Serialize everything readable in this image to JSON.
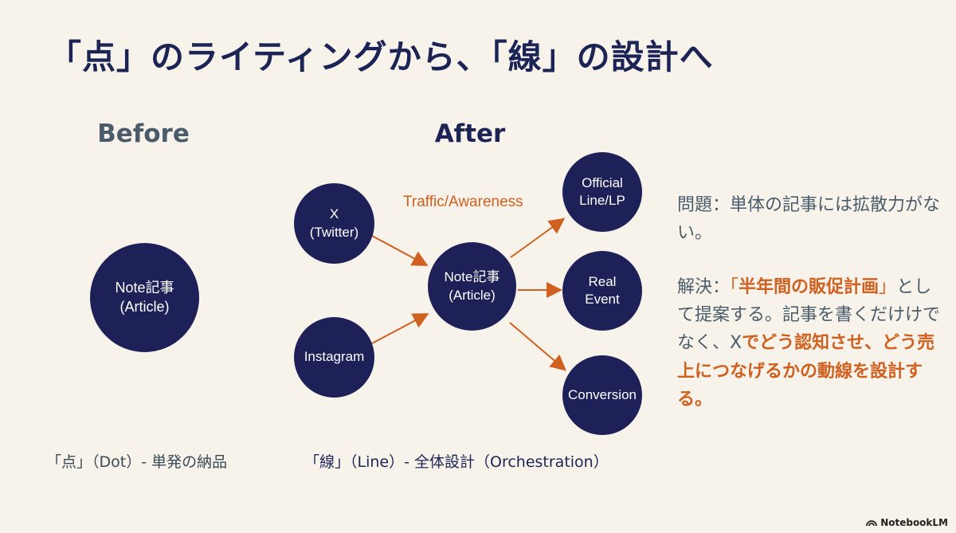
{
  "title": "「点」のライティングから、「線」の設計へ",
  "before": {
    "heading": "Before",
    "node": "Note記事\n(Article)",
    "caption": "「点」（Dot）- 単発の納品"
  },
  "after": {
    "heading": "After",
    "edge_label": "Traffic/Awareness",
    "nodes": {
      "x": "X\n(Twitter)",
      "instagram": "Instagram",
      "center": "Note記事\n(Article)",
      "official": "Official\nLine/LP",
      "real_event": "Real\nEvent",
      "conversion": "Conversion"
    },
    "caption": "「線」（Line）- 全体設計（Orchestration）"
  },
  "side_text": {
    "problem": "問題：単体の記事には拡散力がない。",
    "solution_prefix": "解決：",
    "solution_quote_open": "「",
    "solution_highlight": "半年間の販促計画",
    "solution_quote_close": "」",
    "solution_mid": "として提案する。記事を書くだけけでなく、X",
    "solution_highlight2": "でどう認知させ、どう売上につなげるかの動線を設計する。"
  },
  "colors": {
    "node": "#1e2158",
    "accent": "#d0601f",
    "background": "#f7f2ea"
  },
  "brand": {
    "icon": "notebooklm-logo-icon",
    "label": "NotebookLM"
  }
}
